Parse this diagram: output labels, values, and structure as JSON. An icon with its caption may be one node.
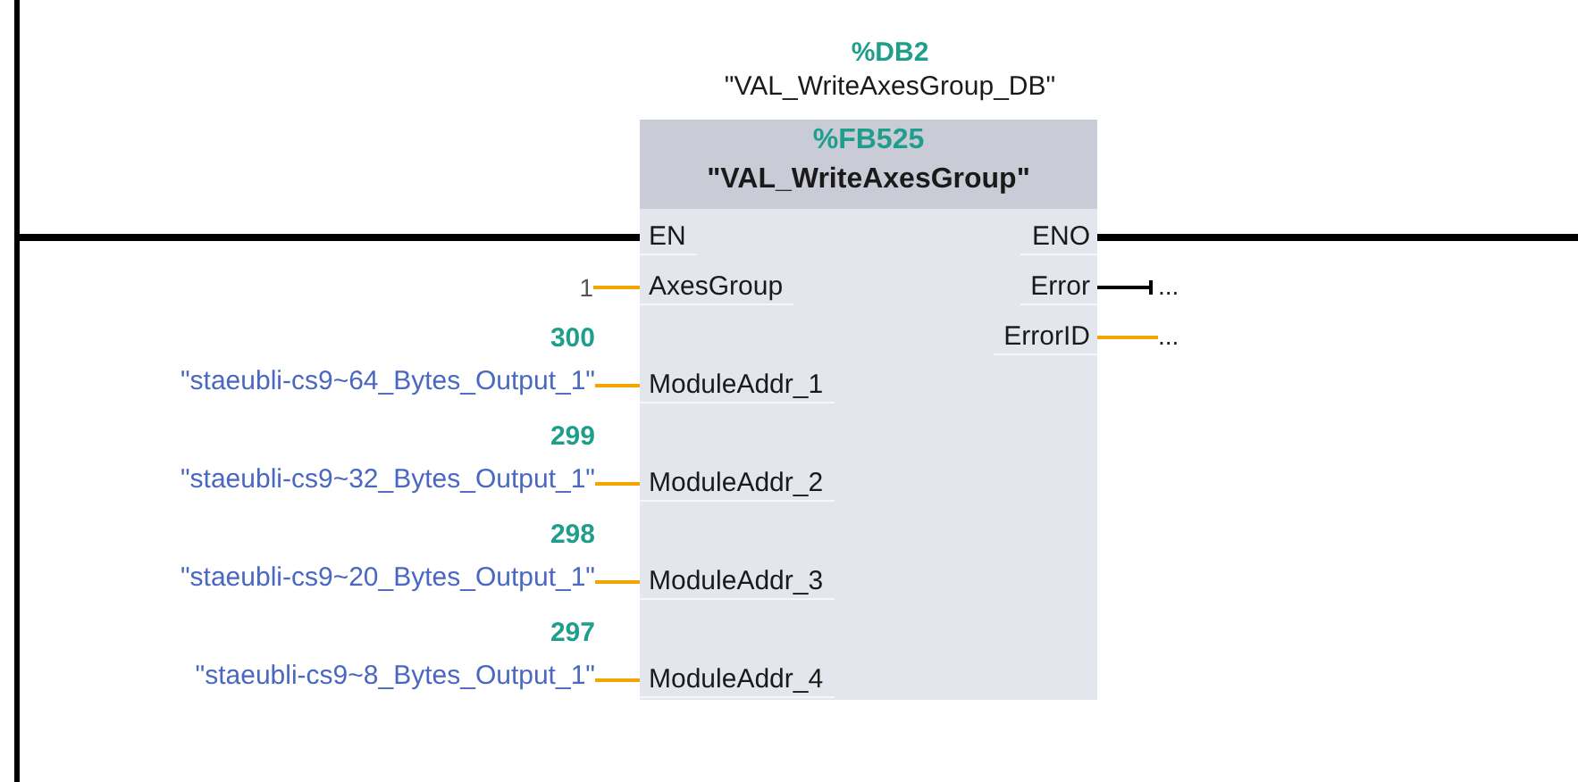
{
  "diagram": {
    "nodes": [
      {
        "text": [],
        "shape": "bar"
      },
      {
        "text": [
          "%FB525",
          "\"VAL_WriteAxesGroup\""
        ],
        "beside": [
          "%DB2",
          "\"VAL_WriteAxesGroup_DB\""
        ]
      },
      {
        "text": [
          "EN"
        ],
        "in": 1
      },
      {
        "text": [
          "AxesGroup"
        ],
        "in": 1
      },
      {
        "text": [
          "ModuleAddr_1"
        ],
        "in": 1
      },
      {
        "text": [
          "ModuleAddr_2"
        ],
        "in": 1
      },
      {
        "text": [
          "ModuleAddr_3"
        ],
        "in": 1
      },
      {
        "text": [
          "ModuleAddr_4"
        ],
        "in": 1
      },
      {
        "text": [
          "ENO"
        ],
        "in": 1
      },
      {
        "text": [
          "Error"
        ],
        "in": 1
      },
      {
        "text": [
          "ErrorID"
        ],
        "in": 1
      },
      {
        "text": [
          "1"
        ]
      },
      {
        "text": [
          "300",
          "\"staeubli-cs9~64_Bytes_Output_1\""
        ]
      },
      {
        "text": [
          "299",
          "\"staeubli-cs9~32_Bytes_Output_1\""
        ]
      },
      {
        "text": [
          "298",
          "\"staeubli-cs9~20_Bytes_Output_1\""
        ]
      },
      {
        "text": [
          "297",
          "\"staeubli-cs9~8_Bytes_Output_1\""
        ]
      },
      {
        "text": [
          "..."
        ]
      },
      {
        "text": [
          "..."
        ]
      }
    ],
    "edges": [
      {
        "from": 0,
        "to": 2,
        "arrow": "none",
        "style": "thick",
        "color": "#000000"
      },
      {
        "from": 11,
        "to": 3,
        "arrow": "none"
      },
      {
        "from": 12,
        "to": 4,
        "arrow": "none"
      },
      {
        "from": 13,
        "to": 5,
        "arrow": "none"
      },
      {
        "from": 14,
        "to": 6,
        "arrow": "none"
      },
      {
        "from": 15,
        "to": 7,
        "arrow": "none"
      },
      {
        "from": 8,
        "to": null,
        "arrow": "none",
        "style": "thick",
        "color": "#000000"
      },
      {
        "from": 9,
        "to": 16,
        "arrow": "other",
        "color": "#000000"
      },
      {
        "from": 10,
        "to": 17,
        "arrow": "none"
      }
    ]
  }
}
